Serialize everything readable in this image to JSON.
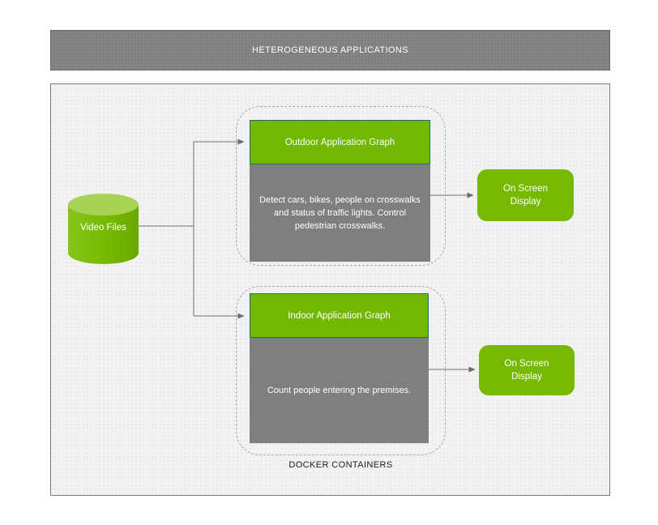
{
  "header": {
    "title": "HETEROGENEOUS APPLICATIONS"
  },
  "diagram": {
    "source": {
      "label": "Video Files"
    },
    "pipelines": [
      {
        "title": "Outdoor Application Graph",
        "description": "Detect cars, bikes, people on crosswalks and status of traffic lights. Control pedestrian crosswalks.",
        "output": {
          "label": "On Screen Display"
        }
      },
      {
        "title": "Indoor Application Graph",
        "description": "Count people entering the premises.",
        "output": {
          "label": "On Screen Display"
        }
      }
    ],
    "groups_label": "DOCKER CONTAINERS"
  },
  "colors": {
    "accent_green": "#76b900",
    "accent_green_header": "#72b701",
    "cylinder_top_green": "#a8d254",
    "green_box_border_teal": "#146f6d",
    "gray_panel": "#7f7f7f",
    "canvas_background": "#efefef",
    "connector_gray": "#8a8a8a",
    "caption_text": "#1c1c1c"
  }
}
